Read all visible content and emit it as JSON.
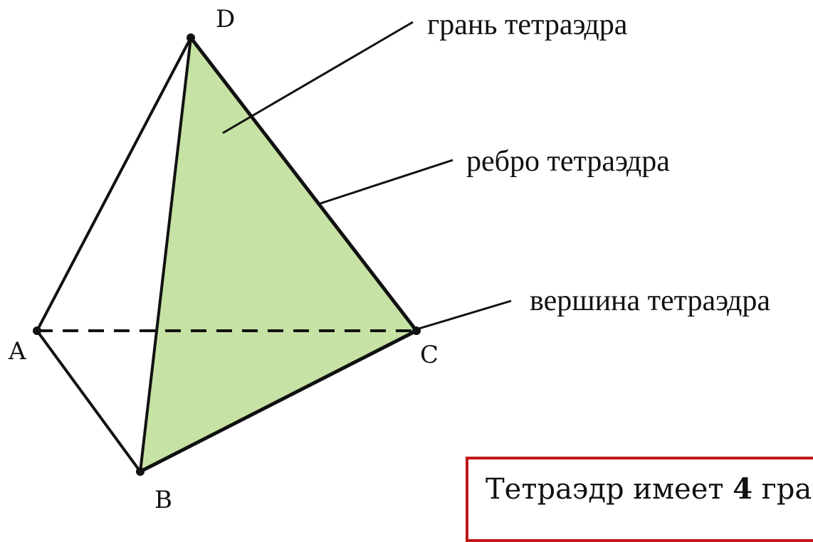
{
  "vertices": {
    "A": "A",
    "B": "B",
    "C": "C",
    "D": "D"
  },
  "callouts": {
    "face": "грань тетраэдра",
    "edge": "ребро тетраэдра",
    "vertex": "вершина тетраэдра"
  },
  "note": {
    "prefix": "Тетраэдр имеет ",
    "bold": "4",
    "suffix": " гра"
  },
  "colors": {
    "face_fill": "#c6e2a4",
    "stroke": "#111111",
    "note_border": "#c01818"
  }
}
